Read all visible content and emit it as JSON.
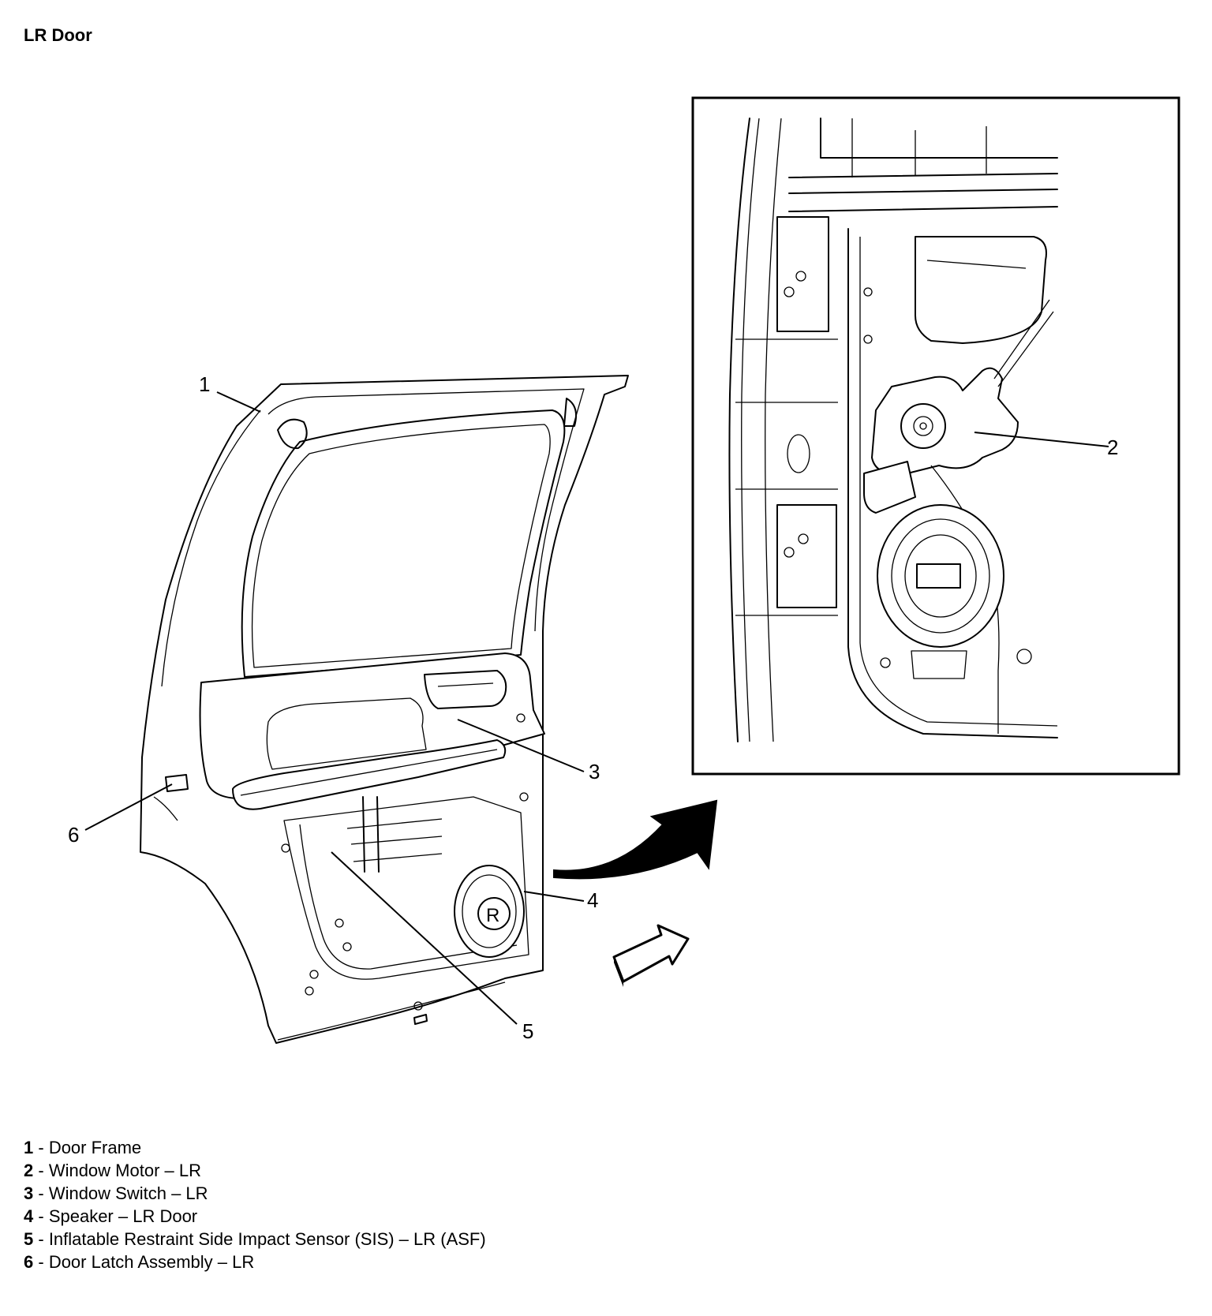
{
  "title": "LR Door",
  "callouts": [
    "1",
    "2",
    "3",
    "4",
    "5",
    "6"
  ],
  "legend": [
    {
      "num": "1",
      "sep": " - ",
      "text": "Door Frame"
    },
    {
      "num": "2",
      "sep": " - ",
      "text": "Window Motor – LR"
    },
    {
      "num": "3",
      "sep": " - ",
      "text": "Window Switch – LR"
    },
    {
      "num": "4",
      "sep": " - ",
      "text": "Speaker – LR Door"
    },
    {
      "num": "5",
      "sep": " - ",
      "text": "Inflatable Restraint Side Impact Sensor (SIS) – LR (ASF)"
    },
    {
      "num": "6",
      "sep": " - ",
      "text": "Door Latch Assembly – LR"
    }
  ],
  "icons": [
    "view-direction-arrow-icon",
    "detail-pointer-arrow-icon"
  ]
}
